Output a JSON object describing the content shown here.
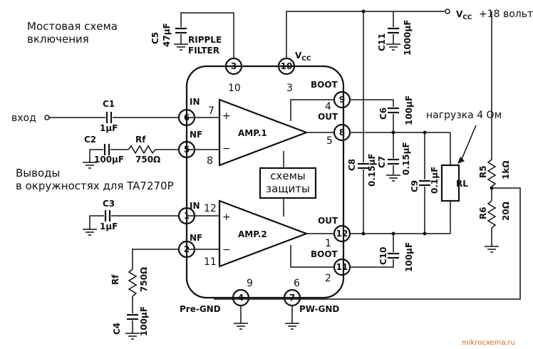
{
  "texts": {
    "title": "Мостовая схема включения",
    "title_l1": "Мостовая схема",
    "title_l2": "включения",
    "pins_note_l1": "Выводы",
    "pins_note_l2": "в окружностях для TA7270P",
    "input": "вход",
    "vcc_out": "V",
    "vcc_sub": "CC",
    "vcc_volt": "+18 вольт",
    "vcc_top": "V",
    "vcc_top_sub": "CC",
    "load_note": "нагрузка 4 Ом",
    "protection_l1": "схемы",
    "protection_l2": "защиты",
    "amp1": "AMP.1",
    "amp2": "AMP.2",
    "ripple_l1": "RIPPLE",
    "ripple_l2": "FILTER",
    "boot_top": "BOOT",
    "boot_bot": "BOOT",
    "out_top": "OUT",
    "out_bot": "OUT",
    "in_top": "IN",
    "in_bot": "IN",
    "nf_top": "NF",
    "nf_bot": "NF",
    "pre_gnd": "Pre-GND",
    "pw_gnd": "PW-GND",
    "website": "mikrocxema.ru",
    "plus": "+",
    "minus": "−"
  },
  "ic_pins": [
    "3",
    "10",
    "9",
    "8",
    "12",
    "11",
    "4",
    "7",
    "6",
    "5",
    "1",
    "2"
  ],
  "alt_pins": [
    "10",
    "3",
    "4",
    "5",
    "1",
    "2",
    "9",
    "6",
    "7",
    "8",
    "12",
    "11"
  ],
  "components": {
    "c1": {
      "ref": "C1",
      "value": "1µF"
    },
    "c2": {
      "ref": "C2",
      "value": "100µF"
    },
    "rf_top": {
      "ref": "Rf",
      "value": "750Ω"
    },
    "c3": {
      "ref": "C3",
      "value": "1µF"
    },
    "rf_bot": {
      "ref": "Rf",
      "value": "750Ω"
    },
    "c4": {
      "ref": "C4",
      "value": "100µF"
    },
    "c5": {
      "ref": "C5",
      "value": "47µF"
    },
    "c6": {
      "ref": "C6",
      "value": "100µF"
    },
    "c7": {
      "ref": "C7",
      "value": "0.15µF"
    },
    "c8": {
      "ref": "C8",
      "value": "0.15µF"
    },
    "c9": {
      "ref": "C9",
      "value": "0.1µF"
    },
    "c10": {
      "ref": "C10",
      "value": "100µF"
    },
    "c11": {
      "ref": "C11",
      "value": "1000µF"
    },
    "rl": {
      "ref": "RL"
    },
    "r5": {
      "ref": "R5",
      "value": "1kΩ"
    },
    "r6": {
      "ref": "R6",
      "value": "20Ω"
    }
  }
}
